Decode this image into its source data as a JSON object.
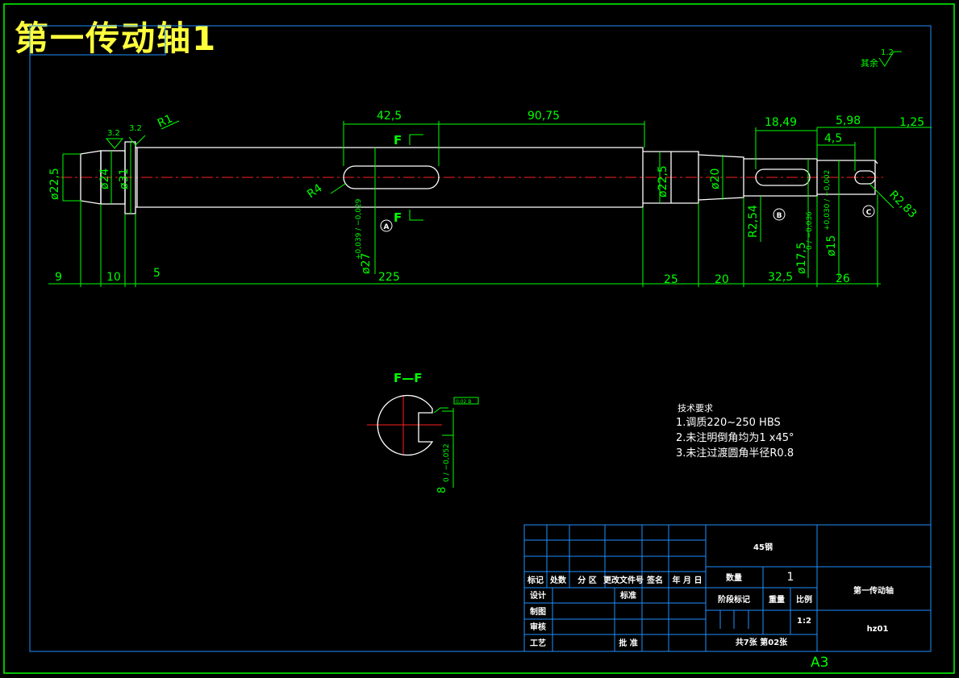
{
  "title": "第一传动轴1",
  "roughness_other": {
    "label": "其余",
    "value": "1.2"
  },
  "roughness": [
    "3.2",
    "3.2"
  ],
  "dims": {
    "d_left_end": "ø22,5",
    "d_24": "ø24",
    "d_31": "ø31",
    "r1": "R1",
    "r4": "R4",
    "d_225": "ø22,5",
    "d_20": "ø20",
    "r254": "R2,54",
    "r283": "R2,83",
    "key_pos": "42,5",
    "key_len": "90,75",
    "h1849": "18,49",
    "h598": "5,98",
    "h125": "1,25",
    "h45": "4,5",
    "d27": "ø27",
    "d27_tol": "+0,039 / −0,029",
    "d175": "ø17,5",
    "d175_tol": "0 / −0,036",
    "d15": "ø15",
    "d15_tol": "+0,030 / −0,002",
    "l9": "9",
    "l10": "10",
    "l5": "5",
    "l225": "225",
    "l25": "25",
    "l20": "20",
    "l325": "32,5",
    "l26": "26",
    "section_mark": "F",
    "tag_a": "A",
    "tag_b": "B",
    "tag_c": "C"
  },
  "section": {
    "title": "F—F",
    "keyway_width": "8",
    "keyway_tol": "0 / −0,052",
    "tolerance_frame": "0,02 B"
  },
  "tech_requirements": {
    "heading": "技术要求",
    "items": [
      "1.调质220~250 HBS",
      "2.未注明倒角均为1 x45°",
      "3.未注过渡圆角半径R0.8"
    ]
  },
  "title_block": {
    "material": "45钢",
    "qty_label": "数量",
    "qty_value": "1",
    "part_name": "第一传动轴",
    "stage_label": "阶段标记",
    "weight_label": "重量",
    "scale_label": "比例",
    "scale_value": "1:2",
    "drawing_no": "hz01",
    "sheets": "共7张   第02张",
    "header_row": [
      "标记",
      "处数",
      "分 区",
      "更改文件号",
      "签名",
      "年 月 日"
    ],
    "left_labels": [
      "设计",
      "制图",
      "审核",
      "工艺"
    ],
    "standardize": "标准",
    "approve": "批 准"
  },
  "sheet_size": "A3",
  "colors": {
    "line": "#ffffff",
    "dim": "#00ff00",
    "center": "#ff2020",
    "title": "#ffff3c",
    "frame": "#00a0ff",
    "border": "#00ff00"
  }
}
